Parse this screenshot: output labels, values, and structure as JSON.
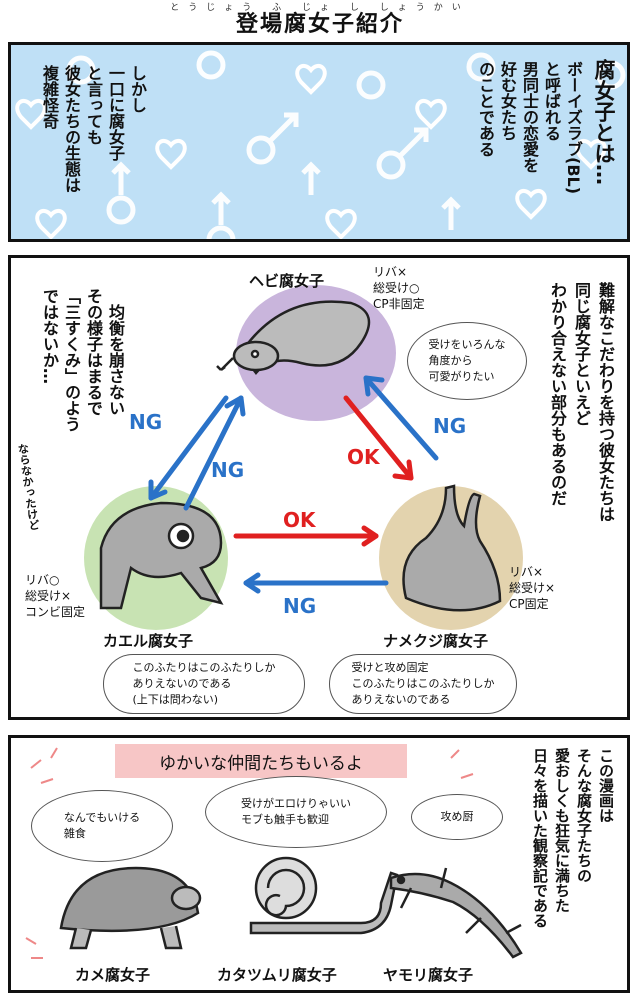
{
  "header": {
    "title": "登場腐女子紹介",
    "ruby": "とうじょう ふ じょ し しょうかい"
  },
  "panel1": {
    "right_col1": "腐女子とは…",
    "right_col2": "ボーイズラブ(BL)",
    "right_col3": "と呼ばれる",
    "right_col4": "男同士の恋愛を",
    "right_col5": "好む女たち",
    "right_col6": "のことである",
    "left_col1": "しかし",
    "left_col2": "一口に腐女子",
    "left_col3": "と言っても",
    "left_col4": "彼女たちの生態は",
    "left_col5": "複雑怪奇"
  },
  "panel2": {
    "right_col1": "難解なこだわりを持つ彼女たちは",
    "right_col2": "同じ腐女子といえど",
    "right_col3": "わかり合えない部分もあるのだ",
    "left_col1": "均衡を崩さない",
    "left_col2": "その様子はまるで",
    "left_col3": "「三すくみ」のよう",
    "left_col4": "ではないか…",
    "aside": "ならなかったけど",
    "snake": {
      "name": "ヘビ腐女子",
      "stats": [
        "リバ×",
        "総受け○",
        "CP非固定"
      ],
      "bubble": [
        "受けをいろんな",
        "角度から",
        "可愛がりたい"
      ]
    },
    "frog": {
      "name": "カエル腐女子",
      "stats": [
        "リバ○",
        "総受け×",
        "コンビ固定"
      ],
      "bubble": [
        "このふたりはこのふたりしか",
        "ありえないのである",
        "(上下は問わない)"
      ]
    },
    "slug": {
      "name": "ナメクジ腐女子",
      "stats": [
        "リバ×",
        "総受け×",
        "CP固定"
      ],
      "bubble": [
        "受けと攻め固定",
        "このふたりはこのふたりしか",
        "ありえないのである"
      ]
    },
    "arrows": {
      "ng_left": "NG",
      "ng_inner": "NG",
      "ok_right": "OK",
      "ng_right": "NG",
      "ok_bottom": "OK",
      "ng_bottom": "NG"
    }
  },
  "panel3": {
    "banner": "ゆかいな仲間たちもいるよ",
    "right_col1": "この漫画は",
    "right_col2": "そんな腐女子たちの",
    "right_col3": "愛おしくも狂気に満ちた",
    "right_col4": "日々を描いた観察記である",
    "turtle": {
      "name": "カメ腐女子",
      "bubble": [
        "なんでもいける",
        "雑食"
      ]
    },
    "snail": {
      "name": "カタツムリ腐女子",
      "bubble": [
        "受けがエロけりゃいい",
        "モブも触手も歓迎"
      ]
    },
    "gecko": {
      "name": "ヤモリ腐女子",
      "bubble": [
        "攻め厨"
      ]
    }
  },
  "colors": {
    "panel1_bg": "#bfe0f6",
    "ok_red": "#e02020",
    "ng_blue": "#2a72c8",
    "snake_bg": "#c9b5dc",
    "frog_bg": "#c8e3b3",
    "slug_bg": "#e3d3ae",
    "banner_bg": "#f7c6c6"
  }
}
